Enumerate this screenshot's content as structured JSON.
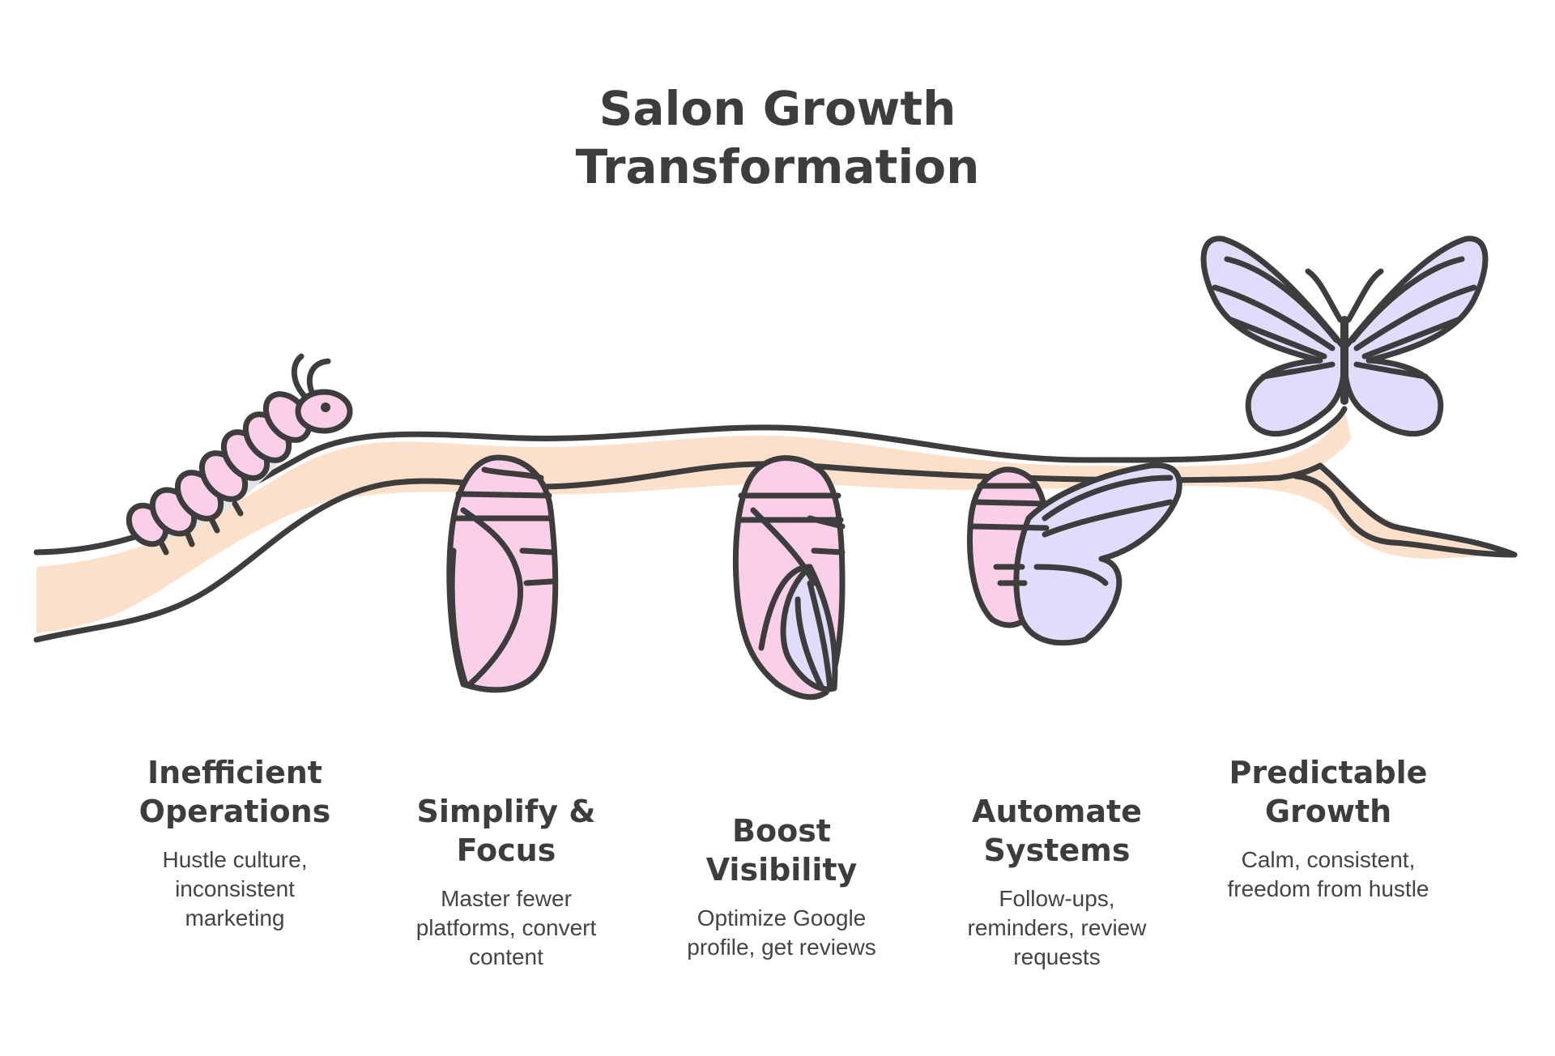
{
  "title": {
    "line1": "Salon Growth",
    "line2": "Transformation"
  },
  "colors": {
    "outline": "#3d3d3d",
    "branch": "#fde0c9",
    "pink": "#fbcfe8",
    "lavender": "#e0dcfb",
    "shadow": "#e4e4e4"
  },
  "stages": [
    {
      "title": [
        "Inefficient",
        "Operations"
      ],
      "desc": [
        "Hustle culture,",
        "inconsistent",
        "marketing"
      ],
      "icon": "caterpillar-icon"
    },
    {
      "title": [
        "Simplify &",
        "Focus"
      ],
      "desc": [
        "Master fewer",
        "platforms, convert",
        "content"
      ],
      "icon": "cocoon-icon"
    },
    {
      "title": [
        "Boost",
        "Visibility"
      ],
      "desc": [
        "Optimize Google",
        "profile, get reviews"
      ],
      "icon": "chrysalis-icon"
    },
    {
      "title": [
        "Automate",
        "Systems"
      ],
      "desc": [
        "Follow-ups,",
        "reminders, review",
        "requests"
      ],
      "icon": "emerging-butterfly-icon"
    },
    {
      "title": [
        "Predictable",
        "Growth"
      ],
      "desc": [
        "Calm, consistent,",
        "freedom from hustle"
      ],
      "icon": "butterfly-icon"
    }
  ]
}
